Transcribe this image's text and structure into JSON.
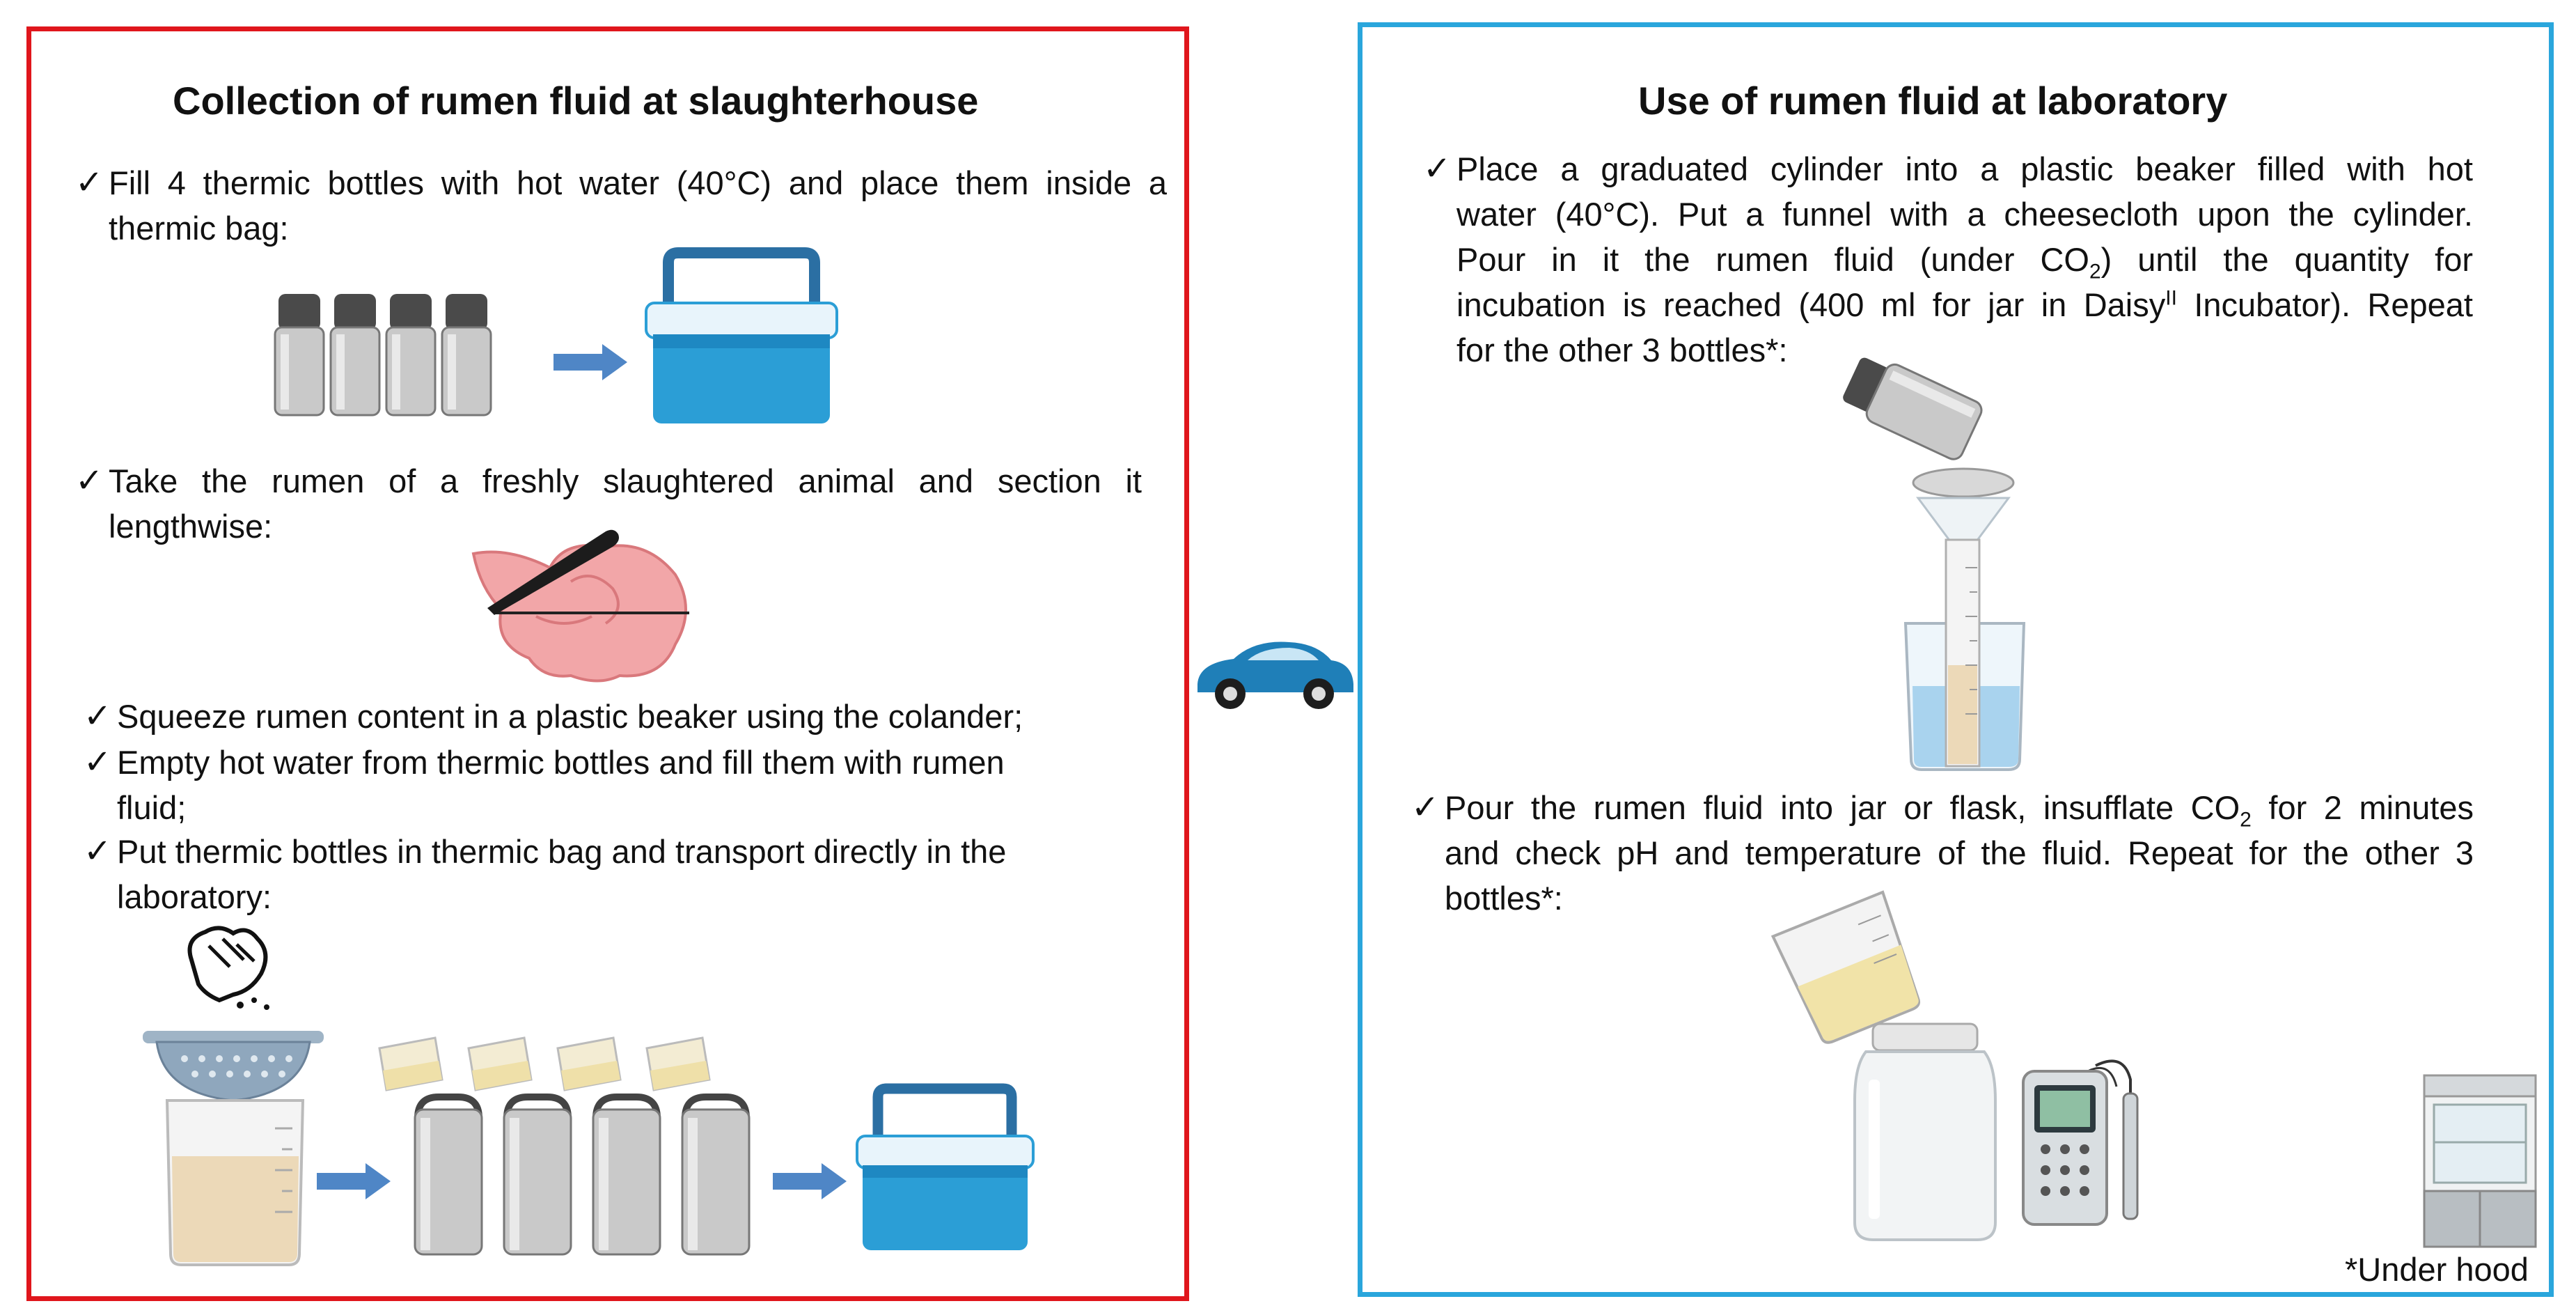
{
  "left": {
    "title": "Collection of rumen fluid at slaughterhouse",
    "step1_l1": "Fill 4 thermic bottles with hot water (40°C) and place them inside a",
    "step1_l2": "thermic bag:",
    "step2_l1": "Take the rumen of a freshly slaughtered animal and section it",
    "step2_l2": "lengthwise:",
    "step3": "Squeeze rumen content in a plastic beaker using the colander;",
    "step4_l1": "Empty hot water from thermic bottles and fill them with rumen",
    "step4_l2": "fluid;",
    "step5_l1": "Put thermic bottles in thermic bag and transport directly in the",
    "step5_l2": "laboratory:"
  },
  "right": {
    "title": "Use of rumen fluid at laboratory",
    "step1_l1": "Place a graduated cylinder into a plastic beaker filled with hot",
    "step1_l2": "water (40°C). Put a funnel with a cheesecloth upon the cylinder.",
    "step1_l3a": "Pour in it the rumen fluid (under CO",
    "step1_l3sub": "2",
    "step1_l3b": ") until the quantity for",
    "step1_l4a": "incubation is reached (400 ml for jar in Daisy",
    "step1_l4sup": "II",
    "step1_l4b": " Incubator). Repeat",
    "step1_l5": "for the other 3 bottles*:",
    "step2_l1a": "Pour the rumen fluid into jar or flask, insufflate CO",
    "step2_l1sub": "2",
    "step2_l1b": " for 2 minutes",
    "step2_l2": "and check pH and temperature of the fluid. Repeat for the other 3",
    "step2_l3": "bottles*:",
    "hood_note": "*Under hood"
  },
  "checkmark": "✓",
  "colors": {
    "left_border": "#e0161c",
    "right_border": "#2aa6dc",
    "cooler_blue": "#2b9ed6",
    "arrow_blue": "#4f86c6",
    "rumen_pink": "#f2a6a8",
    "fluid_beige": "#ecd9b8",
    "car_blue": "#1f7fb8"
  }
}
